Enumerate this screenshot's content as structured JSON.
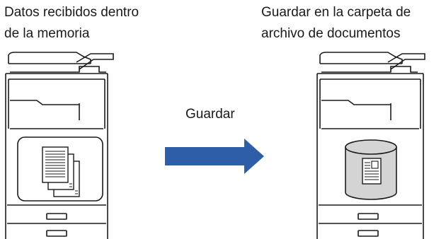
{
  "source_caption": [
    "Datos recibidos dentro",
    "de la memoria"
  ],
  "target_caption": [
    "Guardar en la carpeta de",
    "archivo de documentos"
  ],
  "action_label": "Guardar",
  "colors": {
    "arrow": "#2f5ea8",
    "outline": "#1a1a1a",
    "storage_fill": "#d4d4d4"
  },
  "icons": {
    "source_panel": "document-stack-icon",
    "target_panel": "storage-drum-icon"
  }
}
